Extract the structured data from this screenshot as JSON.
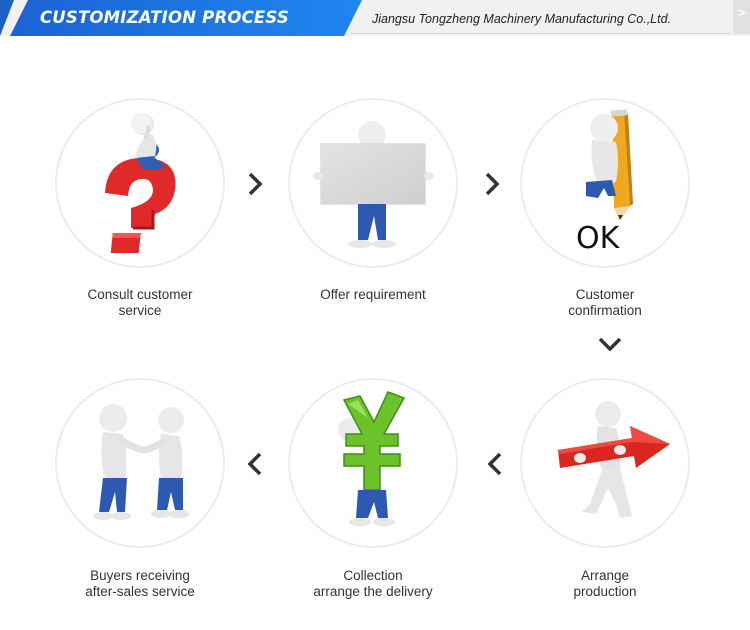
{
  "header": {
    "title": "CUSTOMIZATION PROCESS",
    "company": "Jiangsu Tongzheng Machinery Manufacturing Co.,Ltd.",
    "more_glyph": ">",
    "accent_color": "#1f78e8"
  },
  "steps": [
    {
      "line1": "Consult customer",
      "line2": "service",
      "icon": "question-mark-thinker-icon"
    },
    {
      "line1": "Offer requirement",
      "line2": "",
      "icon": "sign-board-person-icon"
    },
    {
      "line1": "Customer",
      "line2": "confirmation",
      "icon": "pencil-ok-icon",
      "ok_text": "OK"
    },
    {
      "line1": "Arrange",
      "line2": "production",
      "icon": "red-arrow-carrier-icon"
    },
    {
      "line1": "Collection",
      "line2": "arrange the delivery",
      "icon": "yen-carrier-icon"
    },
    {
      "line1": "Buyers receiving",
      "line2": "after-sales service",
      "icon": "handshake-icon"
    }
  ]
}
